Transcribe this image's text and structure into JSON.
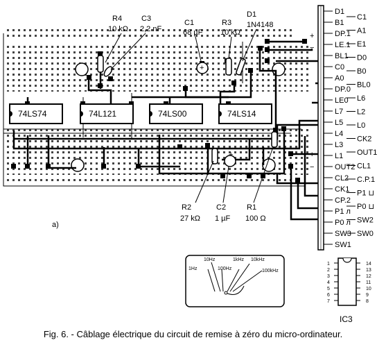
{
  "figure": {
    "caption": "Fig. 6. - Câblage électrique du circuit de remise à zéro du micro-ordinateur.",
    "view_label": "a)"
  },
  "components": {
    "r4": {
      "ref": "R4",
      "value": "10 kΩ"
    },
    "c3": {
      "ref": "C3",
      "value": "2,2 nF"
    },
    "c1": {
      "ref": "C1",
      "value": "68 µF"
    },
    "r3": {
      "ref": "R3",
      "value": "10 kΩ"
    },
    "d1": {
      "ref": "D1",
      "value": "1N4148"
    },
    "r2": {
      "ref": "R2",
      "value": "27 kΩ"
    },
    "c2": {
      "ref": "C2",
      "value": "1 µF"
    },
    "r1": {
      "ref": "R1",
      "value": "100 Ω"
    }
  },
  "chips": [
    "74LS74",
    "74L121",
    "74LS00",
    "74LS14"
  ],
  "polarity": {
    "plus": "+",
    "minus": "−"
  },
  "connector_left": [
    "D1",
    "B1",
    "DP.1",
    "LE.1",
    "BL1",
    "C0",
    "A0",
    "DP.0",
    "LE0",
    "L7",
    "L5",
    "L4",
    "L3",
    "L1",
    "OUT2",
    "CL2",
    "CK1",
    "CP.2",
    "P1 л",
    "P0 л",
    "SW3",
    "SW1"
  ],
  "connector_right": [
    "C1",
    "A1",
    "E1",
    "D0",
    "B0",
    "BL0",
    "L6",
    "L2",
    "L0",
    "CK2",
    "OUT1",
    "CL1",
    "C.P.1",
    "P1 ⊔",
    "P0 ⊔",
    "SW2",
    "SW0"
  ],
  "selector": {
    "labels": [
      "1Hz",
      "10Hz",
      "100Hz",
      "1kHz",
      "10kHz",
      "100kHz"
    ]
  },
  "ic3": {
    "label": "IC3",
    "pins_left": [
      "1",
      "2",
      "3",
      "4",
      "5",
      "6",
      "7"
    ],
    "pins_right": [
      "14",
      "13",
      "12",
      "11",
      "10",
      "9",
      "8"
    ]
  }
}
